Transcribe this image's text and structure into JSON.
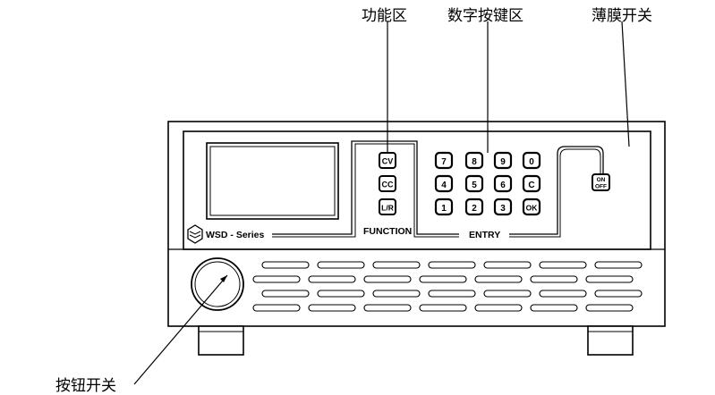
{
  "callouts": {
    "function_area": "功能区",
    "numeric_keypad": "数字按键区",
    "membrane_switch": "薄膜开关",
    "button_switch": "按钮开关"
  },
  "panel": {
    "brand": "WSD - Series",
    "function_label": "FUNCTION",
    "entry_label": "ENTRY"
  },
  "function_keys": [
    "CV",
    "CC",
    "L/R"
  ],
  "keypad_rows": [
    [
      "7",
      "8",
      "9",
      "0"
    ],
    [
      "4",
      "5",
      "6",
      "C"
    ],
    [
      "1",
      "2",
      "3",
      "OK"
    ]
  ],
  "power_key": {
    "line1": "ON",
    "line2": "OFF"
  }
}
